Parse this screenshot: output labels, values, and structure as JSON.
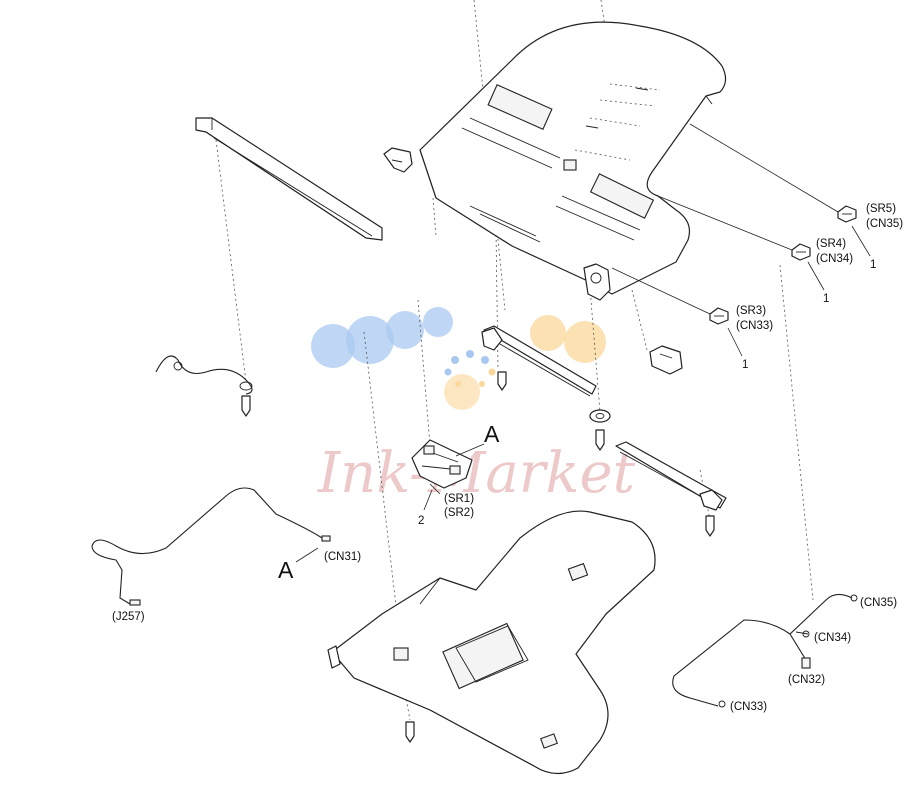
{
  "callouts": {
    "sr5": "(SR5)",
    "cn35_top": "(CN35)",
    "sr4": "(SR4)",
    "cn34_top": "(CN34)",
    "sr3": "(SR3)",
    "cn33_top": "(CN33)",
    "sr1": "(SR1)",
    "sr2": "(SR2)",
    "cn31": "(CN31)",
    "j257": "(J257)",
    "cn35_harness": "(CN35)",
    "cn34_harness": "(CN34)",
    "cn32_harness": "(CN32)",
    "cn33_harness": "(CN33)",
    "ref_a_upper": "A",
    "ref_a_lower": "A",
    "item_1_sr5": "1",
    "item_1_sr4": "1",
    "item_1_sr3": "1",
    "item_2": "2"
  },
  "watermark": {
    "text": "Ink-Market",
    "dot_colors": [
      "#a9c8f0",
      "#fbd79a"
    ]
  }
}
